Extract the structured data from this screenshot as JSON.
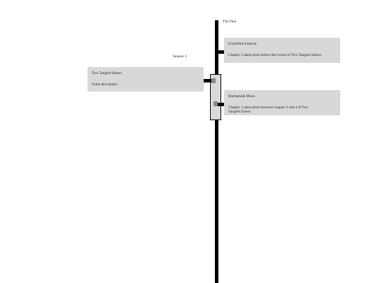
{
  "timeline": {
    "axis_label": "The Past"
  },
  "season": {
    "label": "Season 1"
  },
  "events": [
    {
      "title": "FrostWork Festival",
      "description": "Chapter 2 takes place before the events of Two Tangled Sisters",
      "side": "right"
    },
    {
      "title": "Two Tangled Sisters",
      "description": "Some description",
      "side": "left"
    },
    {
      "title": "Marmalade Moon",
      "description": "Chapter 1 takes place between chapter 3 and 4 of Two Tangled Sisters",
      "side": "right"
    }
  ]
}
